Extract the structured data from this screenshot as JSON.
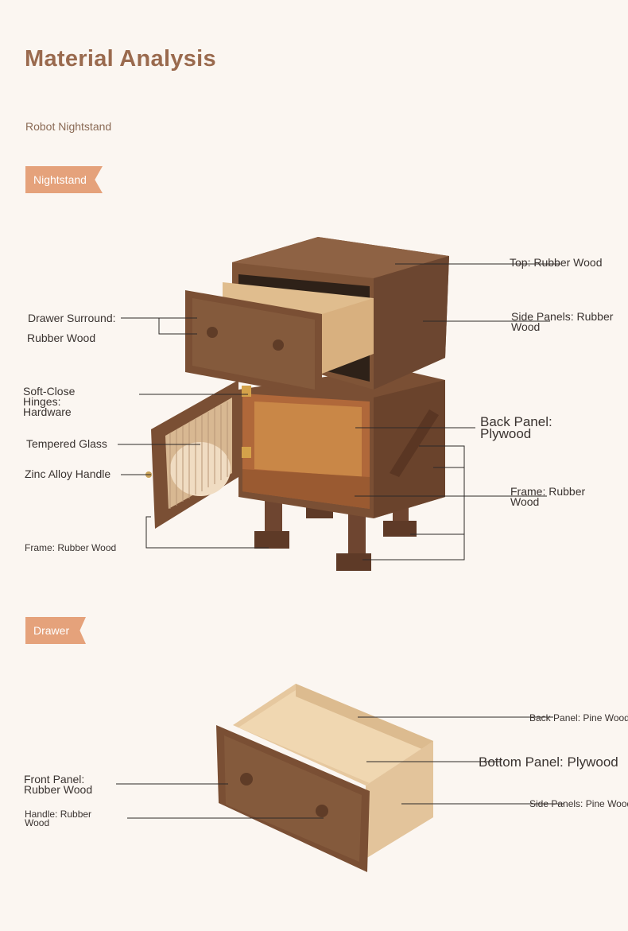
{
  "header": {
    "title": "Material Analysis",
    "subtitle": "Robot Nightstand"
  },
  "sections": {
    "nightstand": {
      "tag": "Nightstand",
      "labels": {
        "top": "Top: Rubber Wood",
        "side_panels": "Side Panels: Rubber Wood",
        "drawer_surround_1": "Drawer Surround:",
        "drawer_surround_2": "Rubber Wood",
        "hinges": "Soft-Close Hinges: Hardware",
        "back_panel": "Back Panel: Plywood",
        "tempered_glass": "Tempered Glass",
        "handle": "Zinc Alloy Handle",
        "frame_right": "Frame: Rubber Wood",
        "frame_left": "Frame: Rubber Wood"
      }
    },
    "drawer": {
      "tag": "Drawer",
      "labels": {
        "back_panel": "Back Panel: Pine Wood",
        "bottom_panel": "Bottom Panel: Plywood",
        "front_panel": "Front Panel: Rubber Wood",
        "handle": "Handle: Rubber Wood",
        "side_panels": "Side Panels: Pine Wood"
      }
    }
  },
  "colors": {
    "background": "#fbf6f1",
    "title": "#9a6a4e",
    "tag": "#e5a27b",
    "walnut": "#7a4f34",
    "pine": "#e3c49b"
  }
}
